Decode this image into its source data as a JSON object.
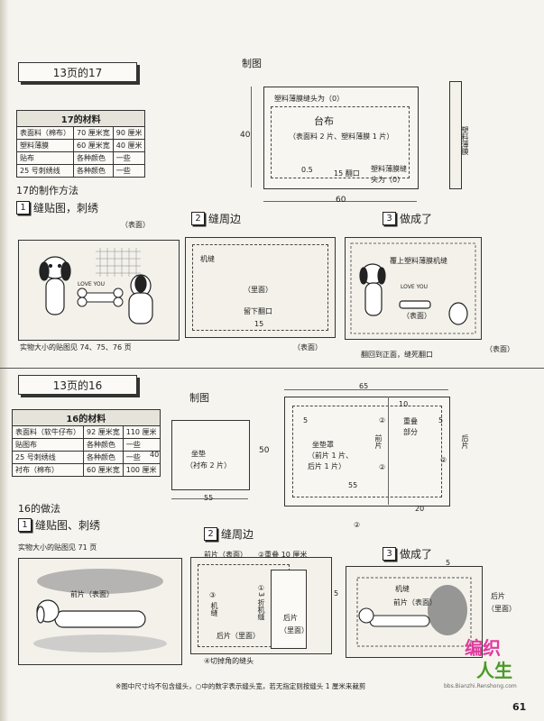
{
  "page_number": "61",
  "footer_note": "※图中尺寸均不包含缝头，○中的数字表示缝头宽，若无指定则按缝头 1 厘米来裁剪",
  "logo": {
    "line1": "编织",
    "line2": "人生",
    "url": "bbs.Bianzhi.Renshong.com"
  },
  "project17": {
    "title": "13页的17",
    "materials_title": "17的材料",
    "materials": [
      [
        "表面料（棉布）",
        "70 厘米宽",
        "90 厘米"
      ],
      [
        "塑料薄膜",
        "60 厘米宽",
        "40 厘米"
      ],
      [
        "贴布",
        "各种颜色",
        "一些"
      ],
      [
        "25 号刺绣线",
        "各种颜色",
        "一些"
      ]
    ],
    "method_title": "17的制作方法",
    "steps": [
      {
        "num": "1",
        "label": "缝贴图，刺绣"
      },
      {
        "num": "2",
        "label": "缝周边"
      },
      {
        "num": "3",
        "label": "做成了"
      }
    ],
    "diagram": {
      "title": "制图",
      "film_margin": "塑料薄膜缝头为（0）",
      "main_label": "台布",
      "cut_note": "（表面料 2 片、塑料薄膜 1 片）",
      "seam_05": "0.5",
      "opening": "15 翻口",
      "film_margin2a": "塑料薄膜缝",
      "film_margin2b": "头为（0）",
      "height": "40",
      "width": "60",
      "side_label": "塑料薄膜"
    },
    "step1": {
      "surface": "（表面）",
      "love": "LOVE YOU",
      "note": "实物大小的贴图见 74、75、76 页"
    },
    "step2": {
      "machine": "机缝",
      "inside": "（里面）",
      "leave": "留下翻口",
      "dim": "15",
      "surface": "（表面）"
    },
    "step3": {
      "film": "覆上塑料薄膜机缝",
      "love": "LOVE YOU",
      "surface": "（表面）",
      "flip": "翻回到正面，缝死翻口",
      "surface2": "（表面）"
    }
  },
  "project16": {
    "title": "13页的16",
    "materials_title": "16的材料",
    "materials": [
      [
        "表面料（软牛仔布）",
        "92 厘米宽",
        "110 厘米"
      ],
      [
        "贴图布",
        "各种颜色",
        "一些"
      ],
      [
        "25 号刺绣线",
        "各种颜色",
        "一些"
      ],
      [
        "衬布（棉布）",
        "60 厘米宽",
        "100 厘米"
      ]
    ],
    "method_title": "16的做法",
    "steps": [
      {
        "num": "1",
        "label": "缝贴图、刺绣"
      },
      {
        "num": "2",
        "label": "缝周边"
      },
      {
        "num": "3",
        "label": "做成了"
      }
    ],
    "diagram": {
      "title": "制图",
      "cushion_a": "坐垫",
      "cushion_b": "（衬布 2 片）",
      "height_cushion": "40",
      "width_cushion": "55",
      "total_width": "65",
      "m10": "10",
      "overlap_a": "重叠",
      "overlap_b": "部分",
      "front": "前片",
      "back": "后片",
      "c5": "5",
      "c5b": "5",
      "cover_a": "坐垫罩",
      "cover_b": "（前片 1 片、",
      "cover_c": "后片 1 片）",
      "height_cover": "50",
      "w55": "55",
      "w20": "20",
      "c2": "②",
      "c2b": "②",
      "c2c": "②",
      "c2d": "②"
    },
    "step1": {
      "note": "实物大小的贴图见 71 页",
      "front_surface": "前片（表面）"
    },
    "step2": {
      "front_surface": "前片（表面）",
      "overlap": "②重叠 10 厘米",
      "c3": "③",
      "machine": "机缝",
      "fold": "①3 折机缝",
      "back_inside": "后片（里面）",
      "back": "后片",
      "inside": "（里面）",
      "cut_corner": "④切掉角的缝头"
    },
    "step3": {
      "five_a": "5",
      "five_b": "5",
      "machine": "机缝",
      "front_surface": "前片（表面）",
      "back_a": "后片",
      "back_b": "（里面）"
    }
  }
}
